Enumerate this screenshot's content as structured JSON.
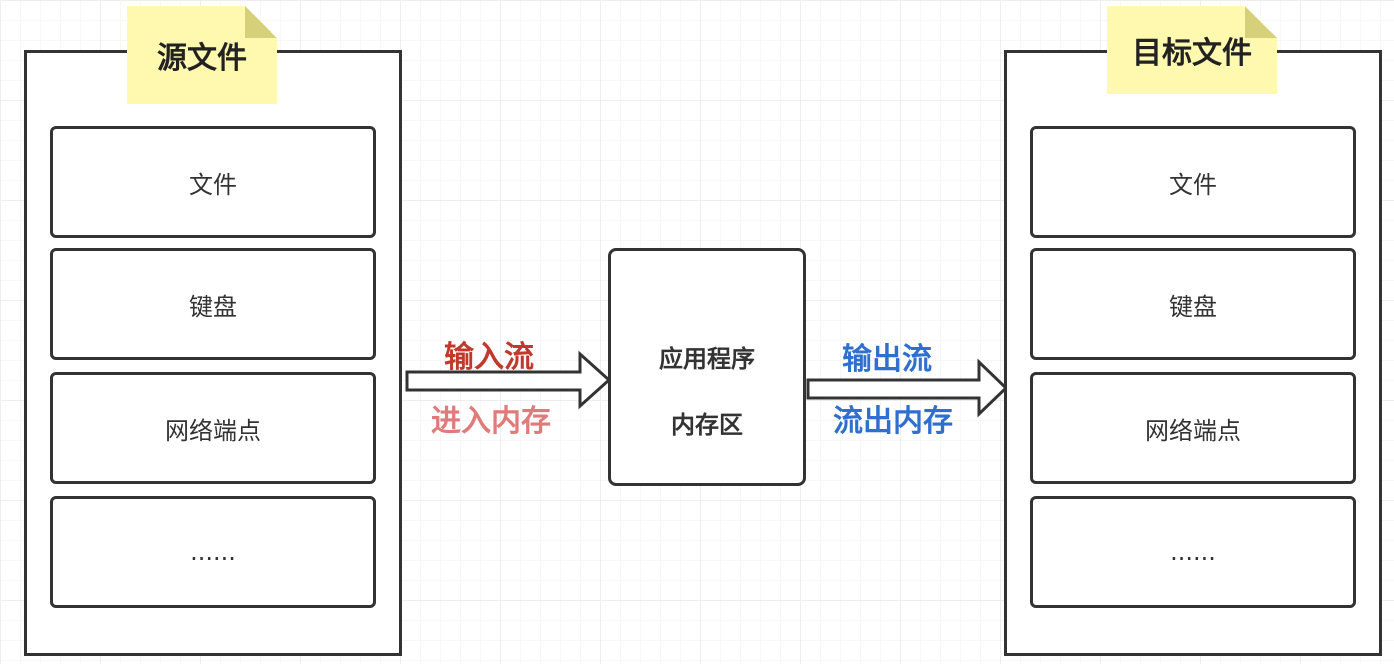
{
  "source": {
    "title": "源文件",
    "items": [
      "文件",
      "键盘",
      "网络端点",
      "......"
    ]
  },
  "target": {
    "title": "目标文件",
    "items": [
      "文件",
      "键盘",
      "网络端点",
      "......"
    ]
  },
  "center": {
    "line1": "应用程序",
    "line2": "内存区"
  },
  "input_arrow": {
    "label_top": "输入流",
    "label_bottom": "进入内存",
    "color_top": "#c0392b",
    "color_bottom": "#e07b7b"
  },
  "output_arrow": {
    "label_top": "输出流",
    "label_bottom": "流出内存",
    "color": "#2f6fce"
  }
}
